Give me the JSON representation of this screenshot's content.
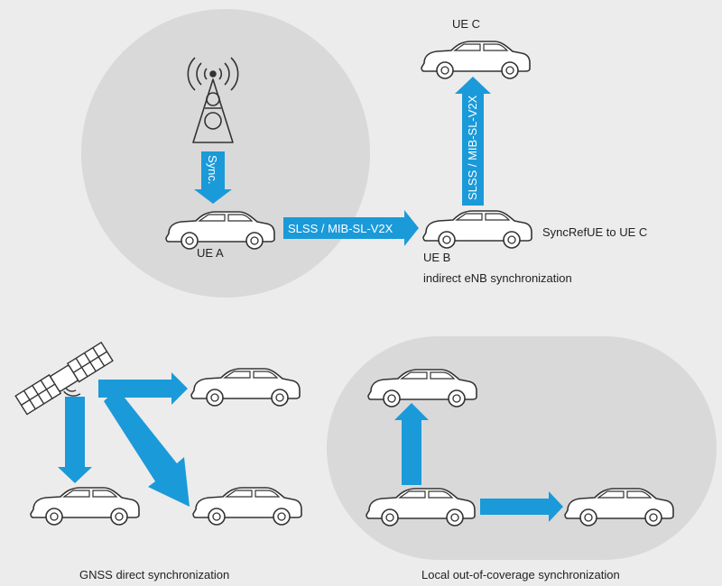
{
  "labels": {
    "ue_a": "UE A",
    "ue_b": "UE B",
    "ue_b_sub": "indirect eNB synchronization",
    "ue_c": "UE C",
    "syncref": "SyncRefUE to UE C",
    "sync": "Sync.",
    "slss_ab": "SLSS / MIB-SL-V2X",
    "slss_bc": "SLSS / MIB-SL-V2X",
    "gnss_caption": "GNSS direct synchronization",
    "local_caption": "Local out-of-coverage synchronization"
  },
  "colors": {
    "background": "#ececec",
    "coverage_area": "#d9d9d9",
    "arrow": "#1a9ad9",
    "outline": "#333333",
    "car_fill": "#ffffff"
  },
  "icons": [
    "cell-tower-icon",
    "satellite-icon",
    "car-icon"
  ]
}
